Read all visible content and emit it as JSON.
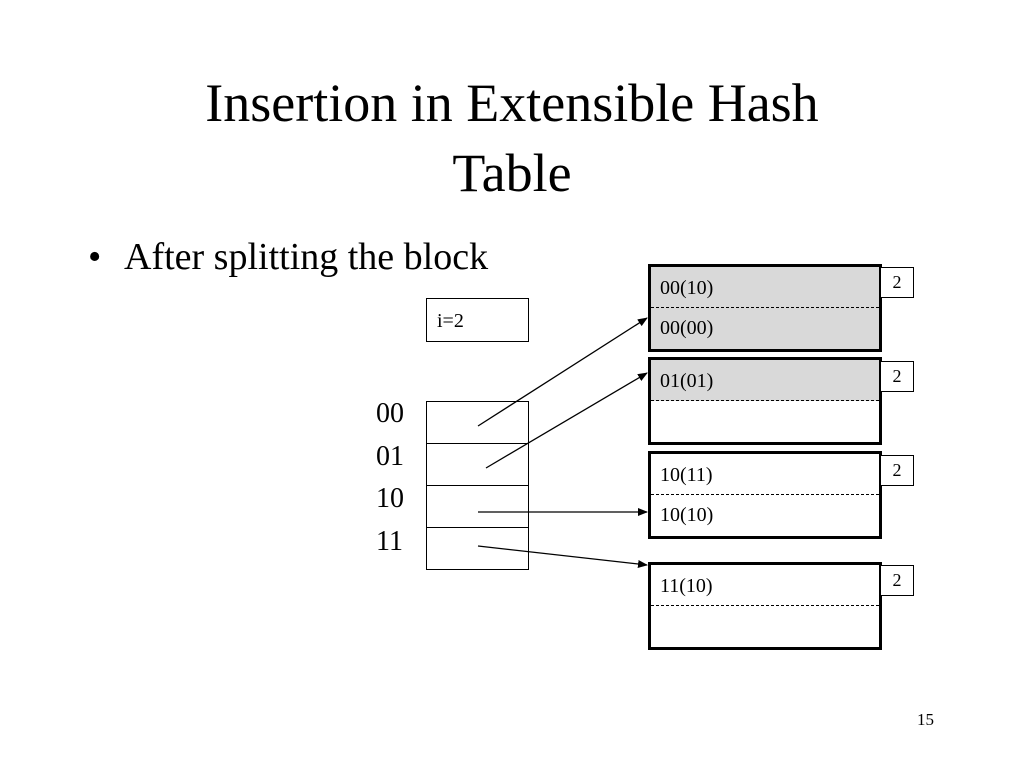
{
  "slide": {
    "title_line1": "Insertion in Extensible Hash",
    "title_line2": "Table",
    "bullet": "After splitting the block",
    "page_number": "15"
  },
  "global_depth": {
    "label": "i=2"
  },
  "directory": {
    "entries": [
      {
        "label": "00"
      },
      {
        "label": "01"
      },
      {
        "label": "10"
      },
      {
        "label": "11"
      }
    ]
  },
  "buckets": [
    {
      "records": [
        "00(10)",
        "00(00)"
      ],
      "local_depth": "2",
      "fill_color": "#d9d9d9",
      "filled_slots": 2
    },
    {
      "records": [
        "01(01)",
        ""
      ],
      "local_depth": "2",
      "fill_color": "#d9d9d9",
      "filled_slots": 1
    },
    {
      "records": [
        "10(11)",
        "10(10)"
      ],
      "local_depth": "2",
      "fill_color": "#ffffff",
      "filled_slots": 0
    },
    {
      "records": [
        "11(10)",
        ""
      ],
      "local_depth": "2",
      "fill_color": "#ffffff",
      "filled_slots": 0
    }
  ]
}
